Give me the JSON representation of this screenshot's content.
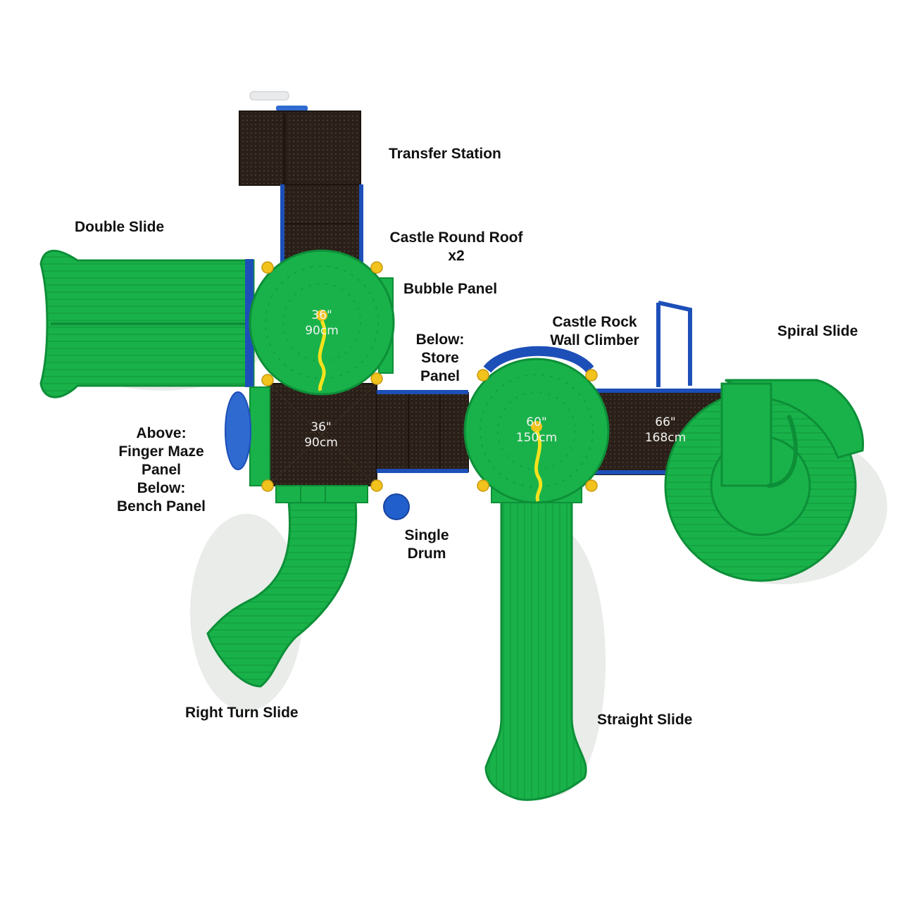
{
  "colors": {
    "slide_green": "#19b24a",
    "slide_dark": "#0d8f38",
    "deck_brown": "#2b2019",
    "frame_blue": "#1d4fb8",
    "bolt_yellow": "#f2c21d",
    "pole_yellow": "#f4e21c"
  },
  "labels": {
    "transfer_station": [
      "Transfer Station"
    ],
    "double_slide": [
      "Double Slide"
    ],
    "castle_round_roof": [
      "Castle Round Roof",
      "x2"
    ],
    "bubble_panel": [
      "Bubble Panel"
    ],
    "store_panel": [
      "Below:",
      "Store",
      "Panel"
    ],
    "rock_wall": [
      "Castle Rock",
      "Wall Climber"
    ],
    "spiral_slide": [
      "Spiral Slide"
    ],
    "finger_maze": [
      "Above:",
      "Finger Maze",
      "Panel",
      "Below:",
      "Bench Panel"
    ],
    "single_drum": [
      "Single",
      "Drum"
    ],
    "right_turn_slide": [
      "Right Turn Slide"
    ],
    "straight_slide": [
      "Straight Slide"
    ]
  },
  "measurements": {
    "roof_left": [
      "36\"",
      "90cm"
    ],
    "deck_left": [
      "36\"",
      "90cm"
    ],
    "roof_right": [
      "60\"",
      "150cm"
    ],
    "deck_right": [
      "66\"",
      "168cm"
    ]
  }
}
